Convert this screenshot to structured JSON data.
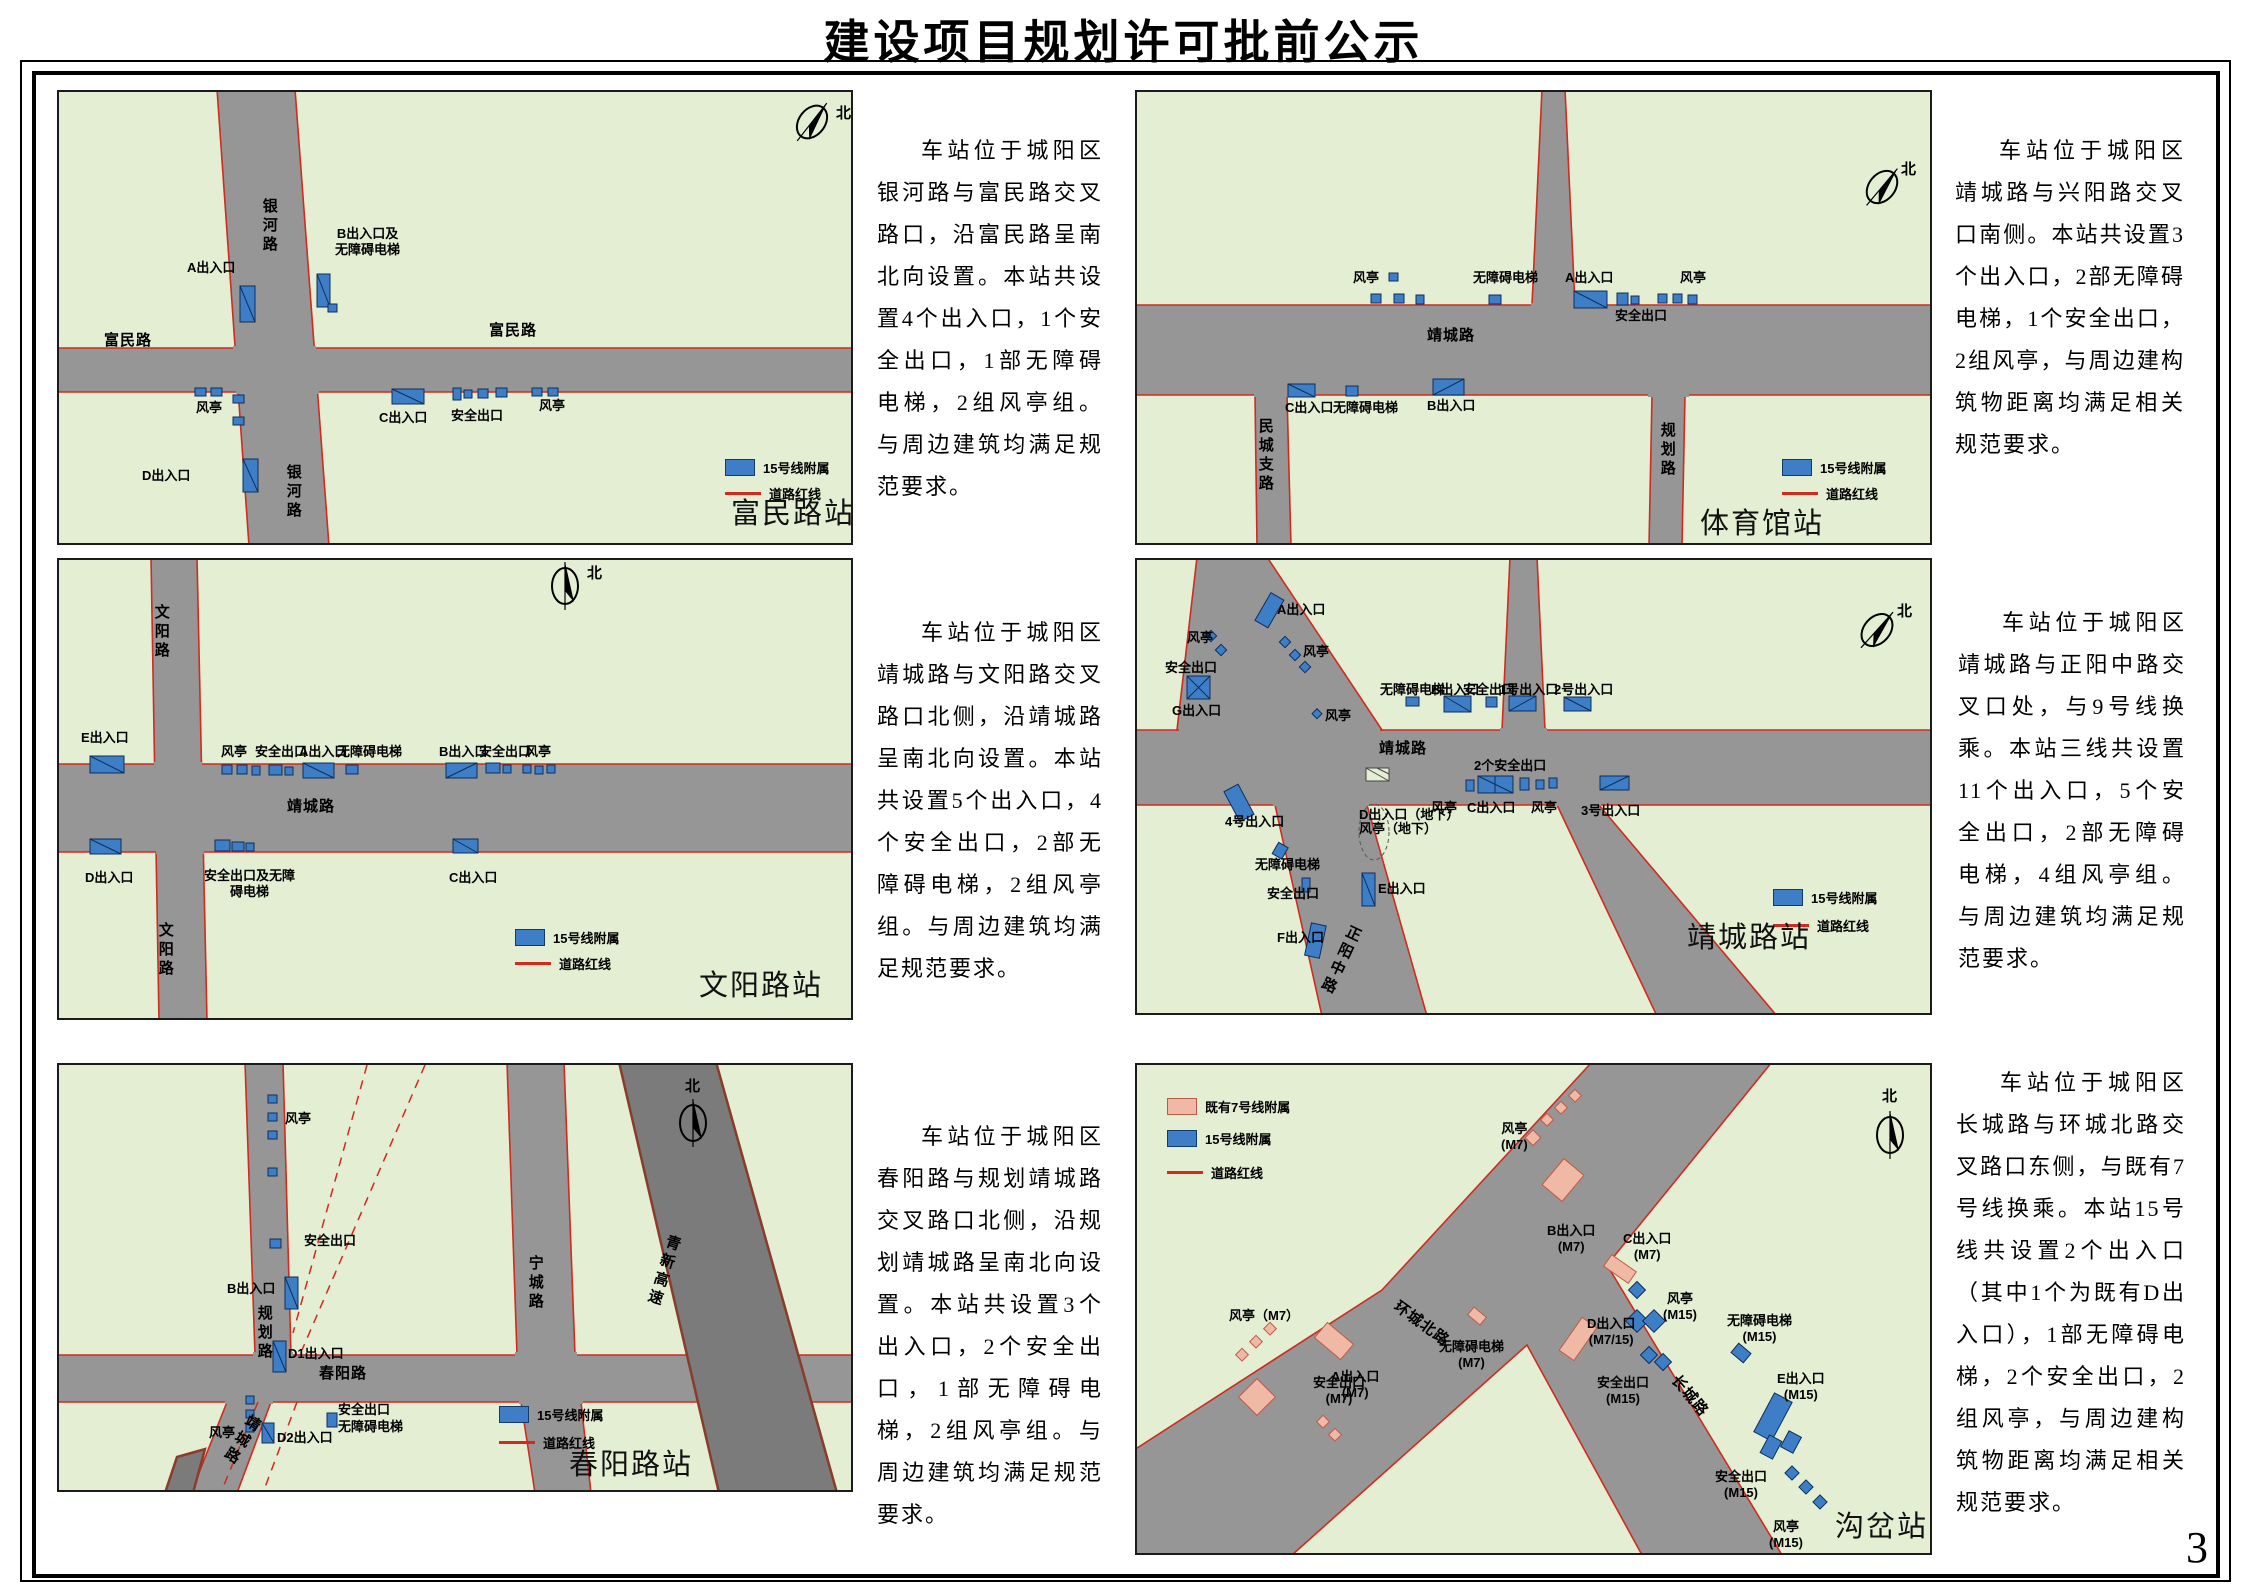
{
  "page": {
    "title": "建设项目规划许可批前公示",
    "page_number": "3"
  },
  "legend": {
    "line15": "15号线附属",
    "line7": "既有7号线附属",
    "redline": "道路红线",
    "north": "北"
  },
  "panels": [
    {
      "station": "富民路站",
      "description": "车站位于城阳区银河路与富民路交叉路口，沿富民路呈南北向设置。本站共设置4个出入口，1个安全出口，1部无障碍电梯，2组风亭组。与周边建筑均满足规范要求。",
      "labels": {
        "yinhe_top": "银河路",
        "yinhe_bottom": "银河路",
        "fumin_left": "富民路",
        "fumin_right": "富民路",
        "a": "A出入口",
        "b": "B出入口及\n无障碍电梯",
        "fengting_sw": "风亭",
        "d": "D出入口",
        "c": "C出入口",
        "anquan": "安全出口",
        "fengting_se": "风亭"
      }
    },
    {
      "station": "体育馆站",
      "description": "车站位于城阳区靖城路与兴阳路交叉口南侧。本站共设置3个出入口，2部无障碍电梯，1个安全出口，2组风亭，与周边建构筑物距离均满足相关规范要求。",
      "labels": {
        "fengting_left": "风亭",
        "wuzhangai_top": "无障碍电梯",
        "a": "A出入口",
        "anquan": "安全出口",
        "fengting_right": "风亭",
        "jingcheng": "靖城路",
        "c": "C出入口",
        "wuzhangai_bottom": "无障碍电梯",
        "b": "B出入口",
        "mincheng": "民城支路",
        "guihua": "规划路"
      }
    },
    {
      "station": "文阳路站",
      "description": "车站位于城阳区靖城路与文阳路交叉路口北侧，沿靖城路呈南北向设置。本站共设置5个出入口，4个安全出口，2部无障碍电梯，2组风亭组。与周边建筑均满足规范要求。",
      "labels": {
        "wenyang_top": "文阳路",
        "wenyang_bottom": "文阳路",
        "e": "E出入口",
        "fengting_left": "风亭",
        "anquan_left": "安全出口",
        "a": "A出入口",
        "wuzhangai": "无障碍电梯",
        "b": "B出入口",
        "anquan_right": "安全出口",
        "fengting_right": "风亭",
        "jingcheng": "靖城路",
        "d": "D出入口",
        "anquan_wzy": "安全出口及无障\n碍电梯",
        "c": "C出入口"
      }
    },
    {
      "station": "靖城路站",
      "description": "车站位于城阳区靖城路与正阳中路交叉口处，与9号线换乘。本站三线共设置11个出入口，5个安全出口，2部无障碍电梯，4组风亭组。与周边建筑均满足规范要求。",
      "labels": {
        "a": "A出入口",
        "fengting_nw": "风亭",
        "anquan_nw": "安全出口",
        "g": "G出入口",
        "fengting_mid": "风亭",
        "fengting_center": "风亭",
        "wuzhangai_top": "无障碍电梯",
        "b": "B出入口",
        "anquan_top": "安全出口",
        "exit1": "1号出入口",
        "exit2": "2号出入口",
        "jingcheng": "靖城路",
        "anquan2": "2个安全出口",
        "fengting_s1": "风亭",
        "c": "C出入口",
        "fengting_s2": "风亭",
        "exit3": "3号出入口",
        "exit4": "4号出入口",
        "wuzhangai_sw": "无障碍电梯",
        "anquan_sw": "安全出口",
        "f": "F出入口",
        "d_dixia": "D出入口（地下）",
        "fengting_dixia": "风亭（地下）",
        "e": "E出入口",
        "zhengyang": "正阳中路"
      }
    },
    {
      "station": "春阳路站",
      "description": "车站位于城阳区春阳路与规划靖城路交叉路口北侧，沿规划靖城路呈南北向设置。本站共设置3个出入口，2个安全出口，1部无障碍电梯，2组风亭组。与周边建筑均满足规范要求。",
      "labels": {
        "fengting_top": "风亭",
        "anquan_top": "安全出口",
        "b": "B出入口",
        "guihua": "规划路",
        "d1": "D1出入口",
        "fengting_bottom": "风亭",
        "anquan_mid": "安全出口",
        "wuzhangai": "无障碍电梯",
        "chunyang": "春阳路",
        "jingcheng": "靖城路",
        "d2": "D2出入口",
        "ningcheng": "宁城路",
        "qingxin": "青新高速"
      }
    },
    {
      "station": "沟岔站",
      "description": "车站位于城阳区长城路与环城北路交叉路口东侧，与既有7号线换乘。本站15号线共设置2个出入口（其中1个为既有D出入口），1部无障碍电梯，2个安全出口，2组风亭，与周边建构筑物距离均满足相关规范要求。",
      "labels": {
        "fengting_m7_top": "风亭\n(M7)",
        "b_m7": "B出入口\n(M7)",
        "c_m7": "C出入口\n(M7)",
        "fengting_m15": "风亭\n(M15)",
        "anquan_m15_upper": "安全出口\n(M15)",
        "anquan_m7": "安全出口\n(M7)",
        "fengting_m7_low": "风亭（M7）",
        "a_m7": "A出入口\n(M7)",
        "huancheng": "环城北路",
        "wuzhangai_m7": "无障碍电梯\n(M7)",
        "d_m7_15": "D出入口\n(M7/15)",
        "changcheng": "长城路",
        "wuzhangai_m15": "无障碍电梯\n(M15)",
        "e_m15": "E出入口\n(M15)",
        "anquan_m15_lower": "安全出口\n(M15)",
        "fengting_m15_bottom": "风亭\n(M15)"
      }
    }
  ],
  "colors": {
    "map_bg": "#e4eed3",
    "road": "#969696",
    "highway": "#7b7b7b",
    "redline": "#cf2b20",
    "line15_blue": "#3d7ec6",
    "line7_pink": "#f0b9a6"
  }
}
